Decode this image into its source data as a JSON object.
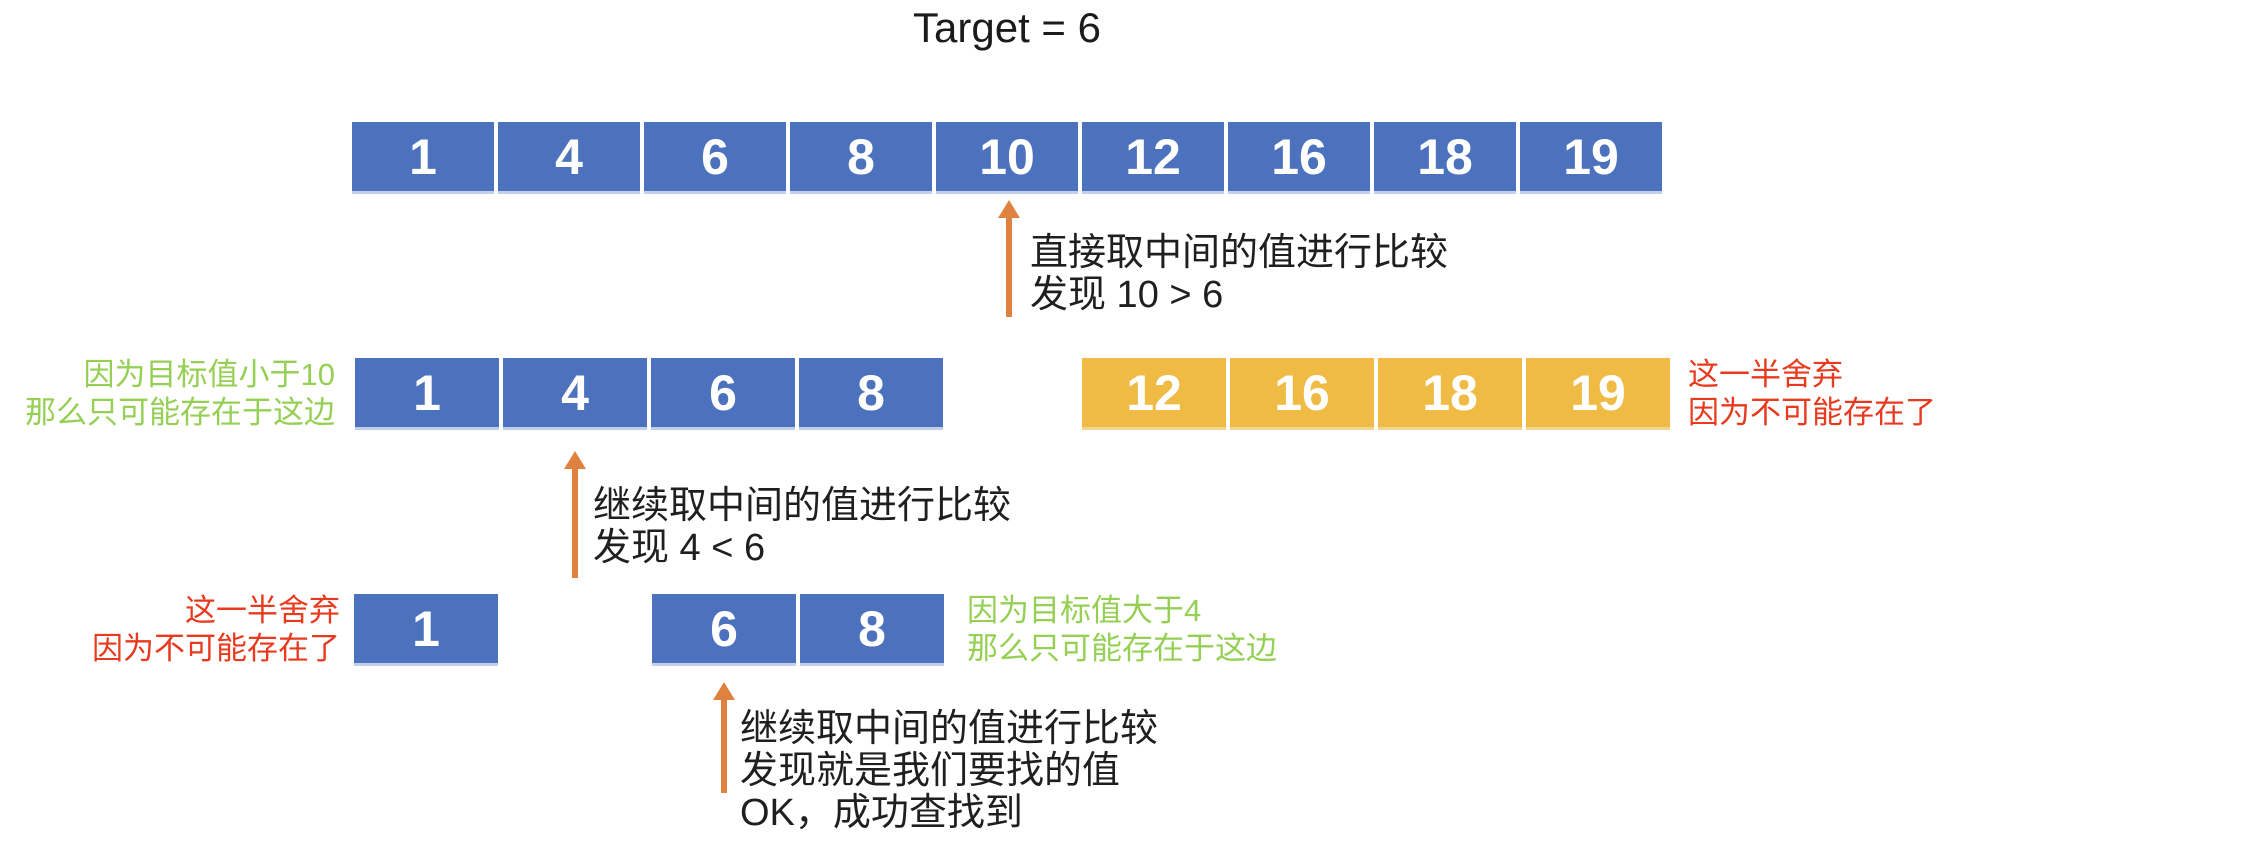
{
  "title": "Target = 6",
  "colors": {
    "cell_blue": "#4C72BE",
    "cell_orange": "#F0BB45",
    "arrow_orange": "#E0823F",
    "label_green": "#95D055",
    "label_red": "#E83A1E"
  },
  "steps": {
    "step1": {
      "array": [
        "1",
        "4",
        "6",
        "8",
        "10",
        "12",
        "16",
        "18",
        "19"
      ],
      "note_lines": [
        "直接取中间的值进行比较",
        "发现 10 > 6"
      ]
    },
    "step2": {
      "kept_array": [
        "1",
        "4",
        "6",
        "8"
      ],
      "kept_label_lines": [
        "因为目标值小于10",
        "那么只可能存在于这边"
      ],
      "discarded_array": [
        "12",
        "16",
        "18",
        "19"
      ],
      "discarded_label_lines": [
        "这一半舍弃",
        "因为不可能存在了"
      ],
      "note_lines": [
        "继续取中间的值进行比较",
        "发现 4 < 6"
      ]
    },
    "step3": {
      "discarded_array": [
        "1"
      ],
      "discarded_label_lines": [
        "这一半舍弃",
        "因为不可能存在了"
      ],
      "kept_array": [
        "6",
        "8"
      ],
      "kept_label_lines": [
        "因为目标值大于4",
        "那么只可能存在于这边"
      ],
      "note_lines": [
        "继续取中间的值进行比较",
        "发现就是我们要找的值",
        "OK，成功查找到"
      ]
    }
  }
}
